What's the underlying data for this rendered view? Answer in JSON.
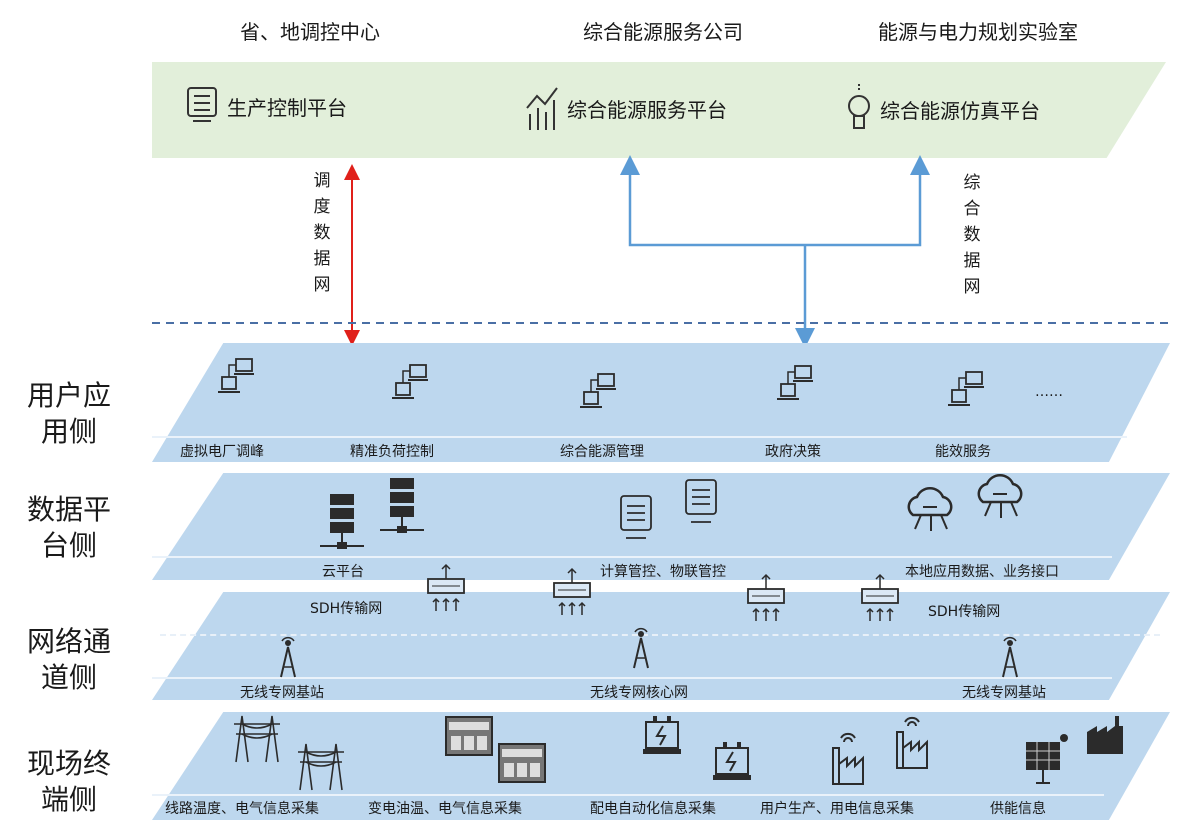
{
  "top_headers": [
    "省、地调控中心",
    "综合能源服务公司",
    "能源与电力规划实验室"
  ],
  "platforms": [
    "生产控制平台",
    "综合能源服务平台",
    "综合能源仿真平台"
  ],
  "networks": {
    "dispatch": "调度数据网",
    "integrated": "综合数据网"
  },
  "side_labels": {
    "user": "用户应用侧",
    "data": "数据平台侧",
    "network": "网络通道侧",
    "field": "现场终端侧"
  },
  "user_layer": [
    "虚拟电厂调峰",
    "精准负荷控制",
    "综合能源管理",
    "政府决策",
    "能效服务"
  ],
  "user_ellipsis": "……",
  "data_layer": [
    "云平台",
    "计算管控、物联管控",
    "本地应用数据、业务接口"
  ],
  "network_layer": {
    "sdh_left": "SDH传输网",
    "sdh_right": "SDH传输网",
    "base_left": "无线专网基站",
    "core": "无线专网核心网",
    "base_right": "无线专网基站"
  },
  "field_layer": [
    "线路温度、电气信息采集",
    "变电油温、电气信息采集",
    "配电自动化信息采集",
    "用户生产、用电信息采集",
    "供能信息"
  ],
  "colors": {
    "layer": "#bdd7ee",
    "platform": "#e2efda",
    "red_arrow": "#e0201a",
    "blue_line": "#5b9bd5",
    "dash": "#4a6fa5"
  }
}
